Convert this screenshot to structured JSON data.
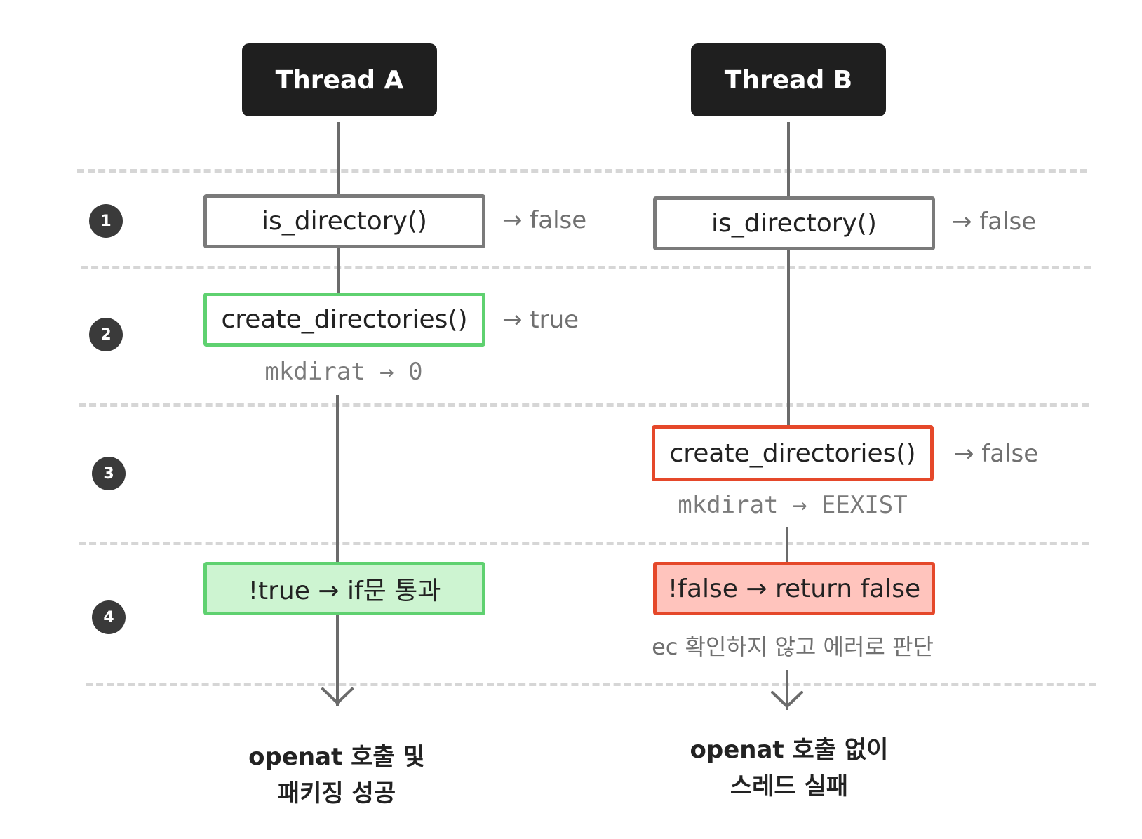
{
  "threads": {
    "a": {
      "title": "Thread A"
    },
    "b": {
      "title": "Thread B"
    }
  },
  "steps": [
    "1",
    "2",
    "3",
    "4"
  ],
  "thread_a": {
    "step1": {
      "call": "is_directory()",
      "result": "→ false"
    },
    "step2": {
      "call": "create_directories()",
      "result": "→ true",
      "syscall": "mkdirat → 0"
    },
    "step4": {
      "check": "!true → if문 통과"
    },
    "outcome": {
      "line1": "openat 호출 및",
      "line2": "패키징 성공"
    }
  },
  "thread_b": {
    "step1": {
      "call": "is_directory()",
      "result": "→ false"
    },
    "step3": {
      "call": "create_directories()",
      "result": "→ false",
      "syscall": "mkdirat → EEXIST"
    },
    "step4": {
      "check": "!false → return false",
      "note": "ec 확인하지 않고 에러로 판단"
    },
    "outcome": {
      "line1": "openat 호출 없이",
      "line2": "스레드 실패"
    }
  },
  "colors": {
    "header_bg": "#1f1f1f",
    "line": "#6b6b6b",
    "success_border": "#5fd170",
    "success_fill": "#cdf4d1",
    "error_border": "#e5482a",
    "error_fill": "#ffc4bd",
    "neutral_border": "#7a7a7a",
    "separator": "#d6d6d6"
  }
}
